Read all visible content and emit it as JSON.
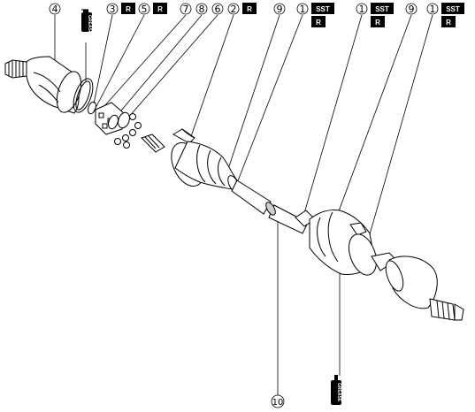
{
  "callouts": {
    "c1": "4",
    "c2": "3",
    "c3": "5",
    "c4": "7",
    "c5": "8",
    "c6": "6",
    "c7": "2",
    "c8": "9",
    "c9": "1",
    "c10": "1",
    "c11": "9",
    "c12": "1",
    "c13": "10"
  },
  "tags": {
    "sst": "SST",
    "reuse": "R",
    "grease": "GREASE"
  },
  "colors": {
    "line": "#000000",
    "tag_bg": "#000000",
    "tag_fg": "#ffffff",
    "part_fill": "#ffffff",
    "shade": "#cfcfcf"
  }
}
